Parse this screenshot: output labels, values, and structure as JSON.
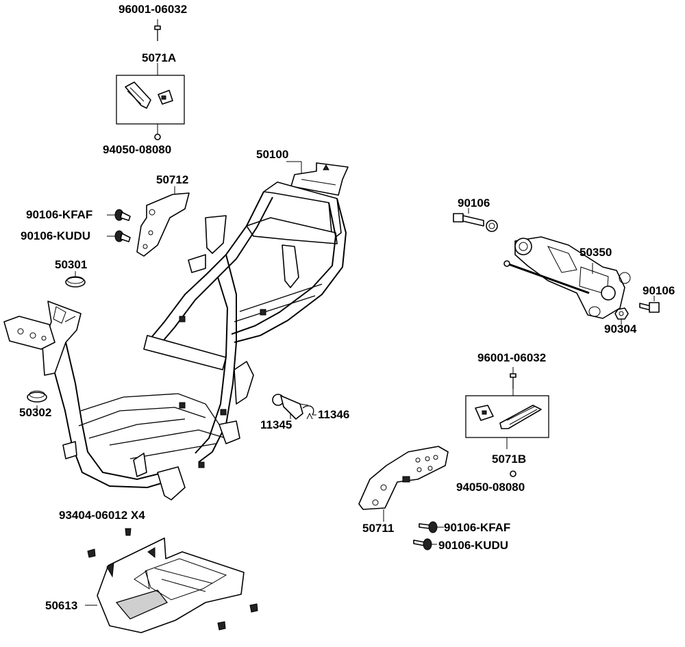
{
  "labels": {
    "top_bolt": "96001-06032",
    "kit_a": "5071A",
    "top_nut": "94050-08080",
    "frame": "50100",
    "bracket_l": "50712",
    "bolt_kfaf_l": "90106-KFAF",
    "bolt_kudu_l": "90106-KUDU",
    "grommet_1": "50301",
    "grommet_2": "50302",
    "bolt_engine_top": "90106",
    "engine_hanger": "50350",
    "bolt_engine_right": "90106",
    "nut_engine": "90304",
    "bolt_mid_right": "96001-06032",
    "kit_b": "5071B",
    "nut_mid_right": "94050-08080",
    "clamp_1": "11345",
    "clamp_2": "11346",
    "bracket_r": "50711",
    "bolt_kfaf_r": "90106-KFAF",
    "bolt_kudu_r": "90106-KUDU",
    "screws": "93404-06012 X4",
    "under_cover": "50613"
  }
}
